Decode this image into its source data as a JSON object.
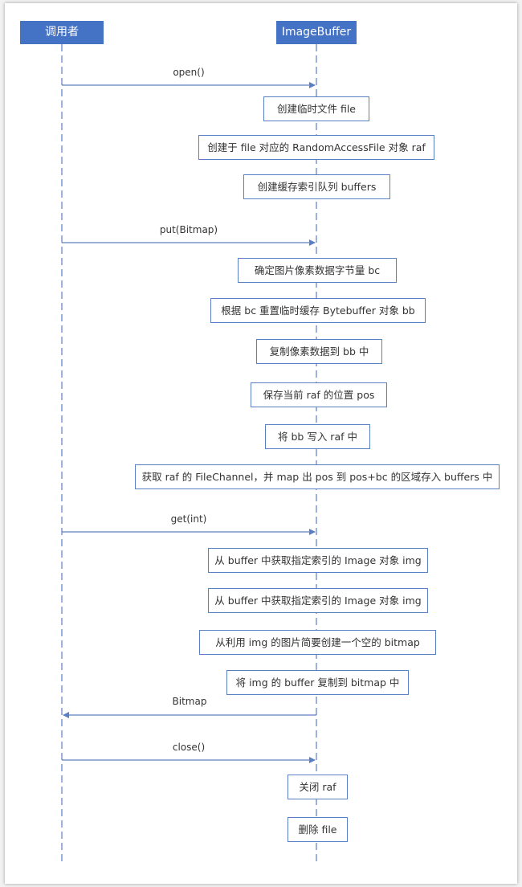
{
  "colors": {
    "actor_fill": "#4472c4",
    "line": "#5b7fc4",
    "text": "#333333"
  },
  "participants": [
    {
      "id": "caller",
      "label": "调用者"
    },
    {
      "id": "imagebuffer",
      "label": "ImageBuffer"
    }
  ],
  "messages": [
    {
      "label": "open()",
      "from": "caller",
      "to": "imagebuffer"
    },
    {
      "label": "put(Bitmap)",
      "from": "caller",
      "to": "imagebuffer"
    },
    {
      "label": "get(int)",
      "from": "caller",
      "to": "imagebuffer"
    },
    {
      "label": "Bitmap",
      "from": "imagebuffer",
      "to": "caller"
    },
    {
      "label": "close()",
      "from": "caller",
      "to": "imagebuffer"
    }
  ],
  "steps": [
    "创建临时文件 file",
    "创建于 file 对应的 RandomAccessFile 对象 raf",
    "创建缓存索引队列 buffers",
    "确定图片像素数据字节量 bc",
    "根据 bc 重置临时缓存 Bytebuffer 对象 bb",
    "复制像素数据到 bb 中",
    "保存当前 raf 的位置 pos",
    "将 bb 写入 raf 中",
    "获取 raf 的 FileChannel，并 map 出 pos 到 pos+bc 的区域存入 buffers 中",
    "从 buffer 中获取指定索引的 Image 对象 img",
    "从 buffer 中获取指定索引的 Image 对象 img",
    "从利用 img 的图片简要创建一个空的 bitmap",
    "将 img 的 buffer 复制到 bitmap 中",
    "关闭 raf",
    "删除 file"
  ]
}
